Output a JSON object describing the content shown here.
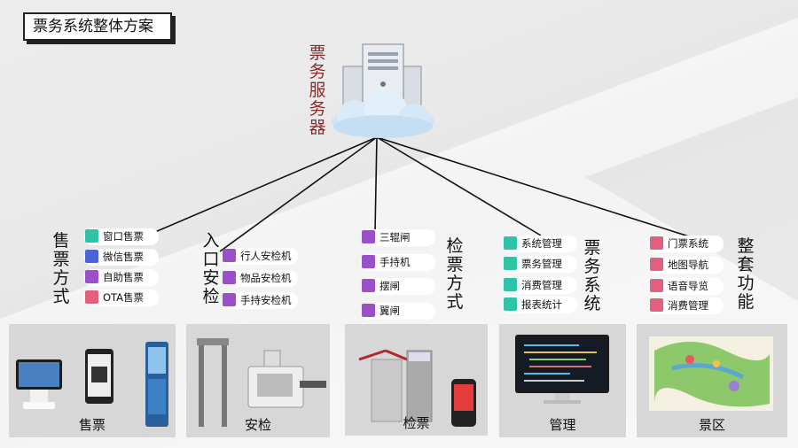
{
  "title": "票务系统整体方案",
  "server": {
    "label": "票务服务器"
  },
  "groups": [
    {
      "label": "售票方式",
      "items": [
        "窗口售票",
        "微信售票",
        "自助售票",
        "OTA售票"
      ],
      "colors": [
        "#2ec4a6",
        "#4a64d6",
        "#9b4fc8",
        "#e0607e"
      ]
    },
    {
      "label": "入口安检",
      "items": [
        "行人安检机",
        "物品安检机",
        "手持安检机"
      ],
      "colors": [
        "#9b4fc8",
        "#9b4fc8",
        "#9b4fc8"
      ]
    },
    {
      "label": "检票方式",
      "items": [
        "三辊闸",
        "手持机",
        "摆闸",
        "翼闸"
      ],
      "colors": [
        "#9b4fc8",
        "#9b4fc8",
        "#9b4fc8",
        "#9b4fc8"
      ]
    },
    {
      "label": "票务系统",
      "items": [
        "系统管理",
        "票务管理",
        "消费管理",
        "报表统计"
      ],
      "colors": [
        "#2ec4a6",
        "#2ec4a6",
        "#2ec4a6",
        "#2ec4a6"
      ]
    },
    {
      "label": "整套功能",
      "items": [
        "门票系统",
        "地图导航",
        "语音导览",
        "消费管理"
      ],
      "colors": [
        "#e0607e",
        "#e0607e",
        "#e0607e",
        "#e0607e"
      ]
    }
  ],
  "photos": [
    "售票",
    "安检",
    "检票",
    "管理",
    "景区"
  ]
}
